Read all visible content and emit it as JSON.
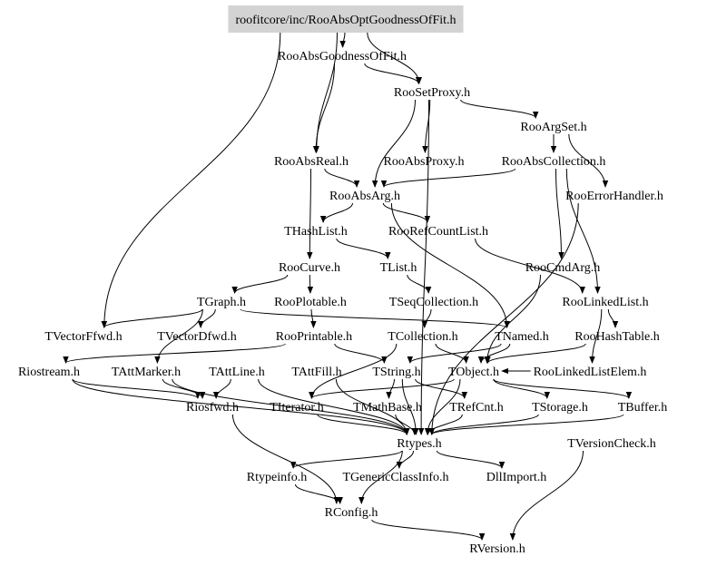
{
  "nodes": [
    {
      "id": "root",
      "label": "roofitcore/inc/RooAbsOptGoodnessOfFit.h",
      "highlight": true
    },
    {
      "id": "goodness",
      "label": "RooAbsGoodnessOfFit.h"
    },
    {
      "id": "setproxy",
      "label": "RooSetProxy.h"
    },
    {
      "id": "argset",
      "label": "RooArgSet.h"
    },
    {
      "id": "absreal",
      "label": "RooAbsReal.h"
    },
    {
      "id": "absproxy",
      "label": "RooAbsProxy.h"
    },
    {
      "id": "abscoll",
      "label": "RooAbsCollection.h"
    },
    {
      "id": "absarg",
      "label": "RooAbsArg.h"
    },
    {
      "id": "errhandler",
      "label": "RooErrorHandler.h"
    },
    {
      "id": "thashlist",
      "label": "THashList.h"
    },
    {
      "id": "refcount",
      "label": "RooRefCountList.h"
    },
    {
      "id": "curve",
      "label": "RooCurve.h"
    },
    {
      "id": "tlist",
      "label": "TList.h"
    },
    {
      "id": "cmdarg",
      "label": "RooCmdArg.h"
    },
    {
      "id": "tgraph",
      "label": "TGraph.h"
    },
    {
      "id": "plotable",
      "label": "RooPlotable.h"
    },
    {
      "id": "seqcoll",
      "label": "TSeqCollection.h"
    },
    {
      "id": "linkedlist",
      "label": "RooLinkedList.h"
    },
    {
      "id": "vecf",
      "label": "TVectorFfwd.h"
    },
    {
      "id": "vecd",
      "label": "TVectorDfwd.h"
    },
    {
      "id": "printable",
      "label": "RooPrintable.h"
    },
    {
      "id": "tcollection",
      "label": "TCollection.h"
    },
    {
      "id": "tnamed",
      "label": "TNamed.h"
    },
    {
      "id": "hashtable",
      "label": "RooHashTable.h"
    },
    {
      "id": "riostream",
      "label": "Riostream.h"
    },
    {
      "id": "attmarker",
      "label": "TAttMarker.h"
    },
    {
      "id": "attline",
      "label": "TAttLine.h"
    },
    {
      "id": "attfill",
      "label": "TAttFill.h"
    },
    {
      "id": "tstring",
      "label": "TString.h"
    },
    {
      "id": "tobject",
      "label": "TObject.h"
    },
    {
      "id": "linkedelem",
      "label": "RooLinkedListElem.h"
    },
    {
      "id": "riosfwd",
      "label": "Riosfwd.h"
    },
    {
      "id": "titerator",
      "label": "TIterator.h"
    },
    {
      "id": "mathbase",
      "label": "TMathBase.h"
    },
    {
      "id": "refcnt",
      "label": "TRefCnt.h"
    },
    {
      "id": "storage",
      "label": "TStorage.h"
    },
    {
      "id": "buffer",
      "label": "TBuffer.h"
    },
    {
      "id": "rtypes",
      "label": "Rtypes.h"
    },
    {
      "id": "versioncheck",
      "label": "TVersionCheck.h"
    },
    {
      "id": "rtypeinfo",
      "label": "Rtypeinfo.h"
    },
    {
      "id": "genclass",
      "label": "TGenericClassInfo.h"
    },
    {
      "id": "dllimport",
      "label": "DllImport.h"
    },
    {
      "id": "rconfig",
      "label": "RConfig.h"
    },
    {
      "id": "rversion",
      "label": "RVersion.h"
    }
  ],
  "edges": [
    [
      "root",
      "goodness"
    ],
    [
      "root",
      "setproxy"
    ],
    [
      "root",
      "absreal"
    ],
    [
      "root",
      "vecf"
    ],
    [
      "goodness",
      "setproxy"
    ],
    [
      "goodness",
      "absreal"
    ],
    [
      "setproxy",
      "argset"
    ],
    [
      "setproxy",
      "absproxy"
    ],
    [
      "setproxy",
      "absarg"
    ],
    [
      "setproxy",
      "rtypes"
    ],
    [
      "argset",
      "abscoll"
    ],
    [
      "argset",
      "errhandler"
    ],
    [
      "absreal",
      "absarg"
    ],
    [
      "absreal",
      "curve"
    ],
    [
      "abscoll",
      "absarg"
    ],
    [
      "abscoll",
      "cmdarg"
    ],
    [
      "abscoll",
      "linkedlist"
    ],
    [
      "absarg",
      "thashlist"
    ],
    [
      "absarg",
      "refcount"
    ],
    [
      "absarg",
      "tnamed"
    ],
    [
      "errhandler",
      "rtypes"
    ],
    [
      "refcount",
      "linkedlist"
    ],
    [
      "thashlist",
      "tlist"
    ],
    [
      "curve",
      "tgraph"
    ],
    [
      "curve",
      "plotable"
    ],
    [
      "tlist",
      "seqcoll"
    ],
    [
      "cmdarg",
      "tobject"
    ],
    [
      "tgraph",
      "vecf"
    ],
    [
      "tgraph",
      "vecd"
    ],
    [
      "tgraph",
      "tnamed"
    ],
    [
      "tgraph",
      "attmarker"
    ],
    [
      "plotable",
      "printable"
    ],
    [
      "seqcoll",
      "tcollection"
    ],
    [
      "linkedlist",
      "hashtable"
    ],
    [
      "linkedlist",
      "linkedelem"
    ],
    [
      "printable",
      "riostream"
    ],
    [
      "printable",
      "tstring"
    ],
    [
      "tcollection",
      "tobject"
    ],
    [
      "tcollection",
      "titerator"
    ],
    [
      "tnamed",
      "tobject"
    ],
    [
      "tnamed",
      "tstring"
    ],
    [
      "hashtable",
      "tobject"
    ],
    [
      "attmarker",
      "riosfwd"
    ],
    [
      "attmarker",
      "rtypes"
    ],
    [
      "attline",
      "riosfwd"
    ],
    [
      "attline",
      "rtypes"
    ],
    [
      "attfill",
      "rtypes"
    ],
    [
      "tstring",
      "mathbase"
    ],
    [
      "tstring",
      "refcnt"
    ],
    [
      "tstring",
      "rtypes"
    ],
    [
      "tobject",
      "storage"
    ],
    [
      "tobject",
      "buffer"
    ],
    [
      "tobject",
      "rtypes"
    ],
    [
      "tobject",
      "titerator"
    ],
    [
      "linkedelem",
      "tobject"
    ],
    [
      "riostream",
      "riosfwd"
    ],
    [
      "riostream",
      "rtypes"
    ],
    [
      "titerator",
      "rtypes"
    ],
    [
      "mathbase",
      "rtypes"
    ],
    [
      "refcnt",
      "rtypes"
    ],
    [
      "storage",
      "rtypes"
    ],
    [
      "buffer",
      "rtypes"
    ],
    [
      "versioncheck",
      "rversion"
    ],
    [
      "rtypes",
      "rtypeinfo"
    ],
    [
      "rtypes",
      "genclass"
    ],
    [
      "rtypes",
      "dllimport"
    ],
    [
      "rtypes",
      "rconfig"
    ],
    [
      "rtypeinfo",
      "rconfig"
    ],
    [
      "riosfwd",
      "rconfig"
    ],
    [
      "rconfig",
      "rversion"
    ]
  ]
}
